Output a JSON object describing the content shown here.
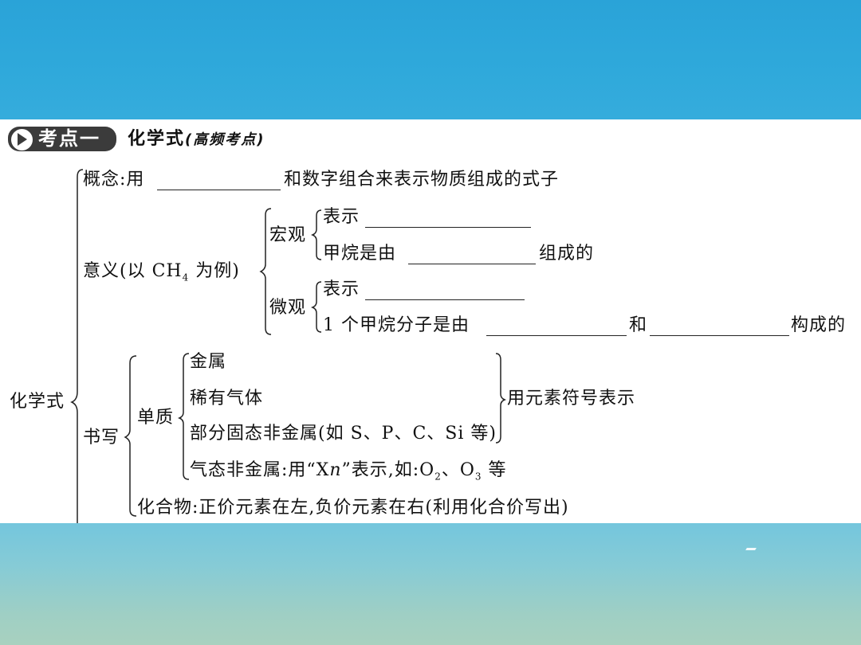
{
  "header": {
    "badge_label": "考点一",
    "title": "化学式",
    "title_note": "(高频考点)"
  },
  "root_label": "化学式",
  "concept": {
    "prefix": "概念:用",
    "suffix": "和数字组合来表示物质组成的式子"
  },
  "meaning": {
    "label_pre": "意义(以 CH",
    "label_sub": "4",
    "label_post": " 为例)",
    "macro": {
      "label": "宏观",
      "line1_prefix": "表示",
      "line2_prefix": "甲烷是由",
      "line2_suffix": "组成的"
    },
    "micro": {
      "label": "微观",
      "line1_prefix": "表示",
      "line2_prefix": "1 个甲烷分子是由",
      "line2_middle": "和",
      "line2_suffix": "构成的"
    }
  },
  "writing": {
    "label": "书写",
    "simple": {
      "label": "单质",
      "items": [
        "金属",
        "稀有气体",
        "部分固态非金属(如 S、P、C、Si 等)"
      ],
      "group_note": "用元素符号表示",
      "gas": {
        "pre": "气态非金属:用“X",
        "n": "n",
        "mid": "”表示,如:O",
        "sub1": "2",
        "mid2": "、O",
        "sub2": "3",
        "post": " 等"
      }
    },
    "compound": "化合物:正价元素在左,负价元素在右(利用化合价写出)"
  }
}
